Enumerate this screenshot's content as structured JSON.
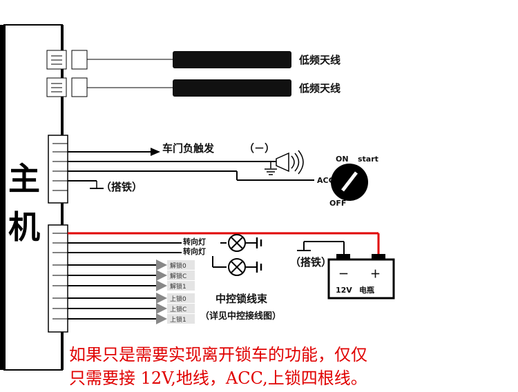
{
  "main_unit_label": [
    "主",
    "机"
  ],
  "antennas": [
    {
      "label": "低频天线"
    },
    {
      "label": "低频天线"
    }
  ],
  "door_trigger_label": "车门负触发",
  "door_trigger_polarity": "（－）",
  "ground_label": "（搭铁）",
  "ignition": {
    "on": "ON",
    "start": "start",
    "off": "OFF",
    "acc": "ACC"
  },
  "turn_signals": [
    {
      "label": "转向灯"
    },
    {
      "label": "转向灯"
    }
  ],
  "battery": {
    "minus": "－",
    "plus": "＋",
    "voltage": "12V",
    "name": "电瓶",
    "ground_label": "（搭铁）"
  },
  "lock_wires": [
    {
      "label": "解锁0"
    },
    {
      "label": "解锁C"
    },
    {
      "label": "解锁1"
    },
    {
      "label": "上锁0"
    },
    {
      "label": "上锁C"
    },
    {
      "label": "上锁1"
    }
  ],
  "central_lock_title": "中控锁线束",
  "central_lock_subtitle": "（详见中控接线图）",
  "note_lines": [
    "如果只是需要实现离开锁车的功能，仅仅",
    "只需要接 12V,地线，ACC,上锁四根线。"
  ],
  "colors": {
    "power": "#e00000",
    "wire": "#000000",
    "note": "#e00000"
  }
}
